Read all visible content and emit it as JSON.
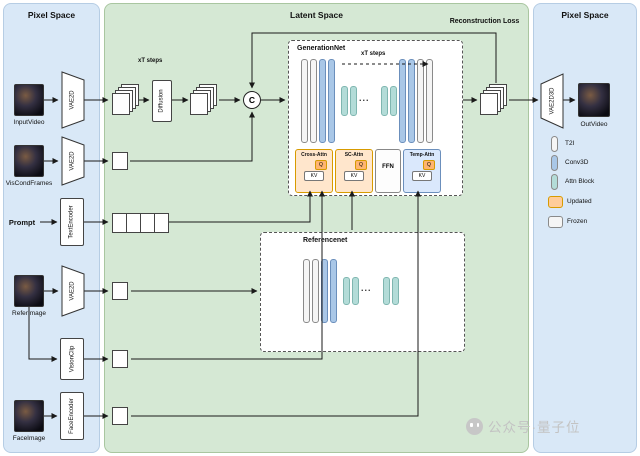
{
  "panels": {
    "left": {
      "title": "Pixel Space"
    },
    "center": {
      "title": "Latent Space"
    },
    "right": {
      "title": "Pixel Space"
    }
  },
  "left": {
    "input_video_label": "InputVideo",
    "vae2d_1": "VAE2D",
    "vis_cond_frames_label": "VisCondFrames",
    "vae2d_2": "VAE2D",
    "prompt_label": "Prompt",
    "text_encoder": "TextEncoder",
    "refer_image_label": "ReferImage",
    "vae2d_3": "VAE2D",
    "vision_clip": "VisionClip",
    "face_image_label": "FaceImage",
    "face_encoder": "FaceEncoder"
  },
  "center": {
    "xt_steps_diffusion": "xT steps",
    "diffusion": "Diffusion",
    "concat": "C",
    "reconstruction_loss": "Reconstruction Loss",
    "generation_net": {
      "title": "GenerationNet",
      "xt_steps": "xT steps",
      "ellipsis": "...",
      "modules": [
        {
          "label": "Cross-Attn",
          "q": "Q",
          "kv": "KV"
        },
        {
          "label": "SC-Attn",
          "q": "Q",
          "kv": "KV"
        },
        {
          "label": "FFN"
        },
        {
          "label": "Temp-Attn",
          "q": "Q",
          "kv": "KV"
        }
      ]
    },
    "reference_net": {
      "title": "Referencenet",
      "ellipsis": "..."
    }
  },
  "right": {
    "vae2d3d": "VAE2D3D",
    "out_video_label": "OutVideo",
    "legend": [
      {
        "label": "T2I"
      },
      {
        "label": "Conv3D"
      },
      {
        "label": "Attn Block"
      },
      {
        "label": "Updated"
      },
      {
        "label": "Frozen"
      }
    ]
  },
  "watermark": {
    "text": "公众号·量子位"
  },
  "colors": {
    "panel-blue": "#d9e8f7",
    "panel-green": "#d5e8d4",
    "t2i": "#f5f5f5",
    "conv3d": "#a9c7e7",
    "attn": "#b3dcd8",
    "module-orange": "#ffe6cc",
    "module-blue": "#dae8fc",
    "q-orange": "#ffb570",
    "updated": "#ffcc99",
    "updated-border": "#d79b00",
    "frozen": "#f5f5f5"
  }
}
